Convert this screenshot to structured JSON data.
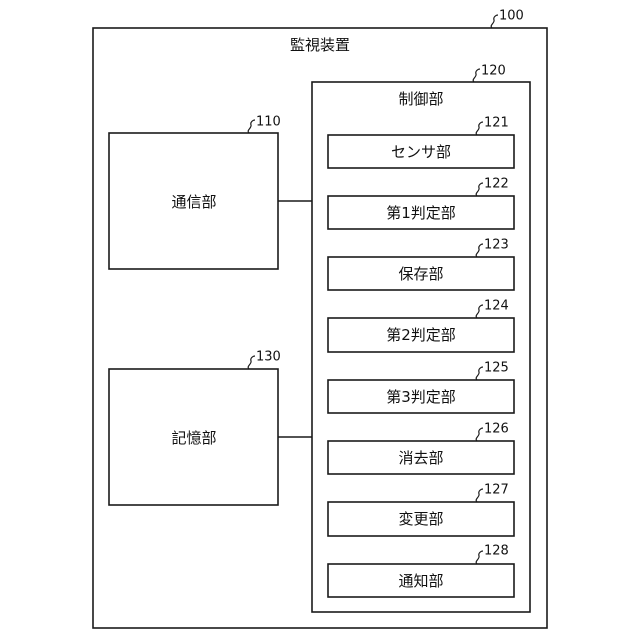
{
  "device": {
    "label": "監視装置",
    "ref": "100"
  },
  "communication_unit": {
    "label": "通信部",
    "ref": "110"
  },
  "control_unit": {
    "label": "制御部",
    "ref": "120",
    "sub_units": [
      {
        "label": "センサ部",
        "ref": "121"
      },
      {
        "label": "第1判定部",
        "ref": "122"
      },
      {
        "label": "保存部",
        "ref": "123"
      },
      {
        "label": "第2判定部",
        "ref": "124"
      },
      {
        "label": "第3判定部",
        "ref": "125"
      },
      {
        "label": "消去部",
        "ref": "126"
      },
      {
        "label": "変更部",
        "ref": "127"
      },
      {
        "label": "通知部",
        "ref": "128"
      }
    ]
  },
  "storage_unit": {
    "label": "記憶部",
    "ref": "130"
  }
}
